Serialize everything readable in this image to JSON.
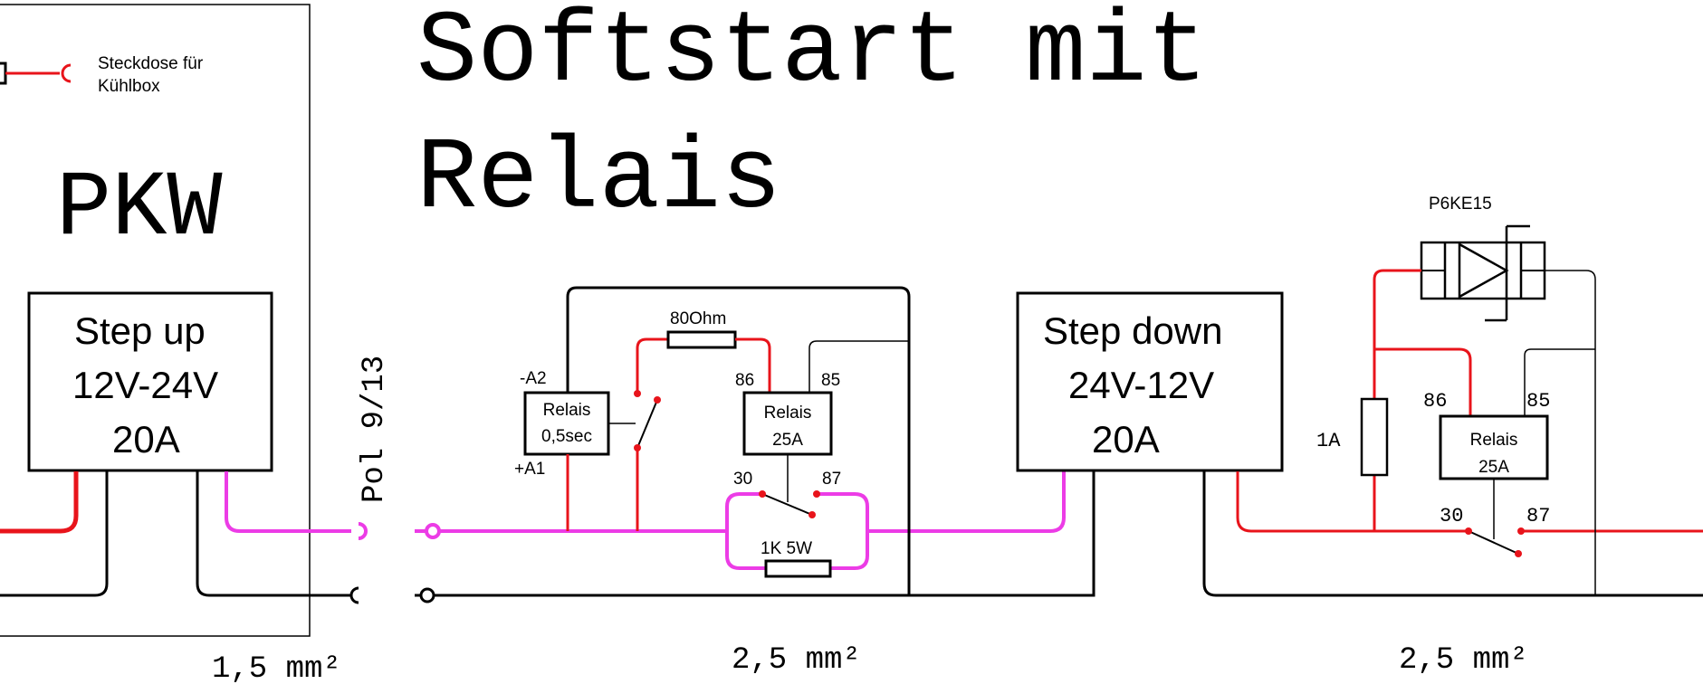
{
  "title": {
    "line1": "Softstart mit",
    "line2": "Relais"
  },
  "pkw": {
    "label": "PKW",
    "socket_label_line1": "Steckdose für",
    "socket_label_line2": "Kühlbox"
  },
  "step_up": {
    "line1": "Step up",
    "line2": "12V-24V",
    "line3": "20A"
  },
  "step_down": {
    "line1": "Step down",
    "line2": "24V-12V",
    "line3": "20A"
  },
  "pol_label": "Pol 9/13",
  "timer_relay": {
    "line1": "Relais",
    "line2": "0,5sec",
    "pin_a2": "-A2",
    "pin_a1": "+A1"
  },
  "resistor_80": "80Ohm",
  "relay1": {
    "line1": "Relais",
    "line2": "25A",
    "pin86": "86",
    "pin85": "85",
    "pin30": "30",
    "pin87": "87"
  },
  "resistor_1k": "1K 5W",
  "diode_label": "P6KE15",
  "fuse_label": "1A",
  "relay2": {
    "line1": "Relais",
    "line2": "25A",
    "pin86": "86",
    "pin85": "85",
    "pin30": "30",
    "pin87": "87"
  },
  "wire_sizes": [
    "1,5 mm²",
    "2,5 mm²",
    "2,5 mm²"
  ],
  "colors": {
    "positive_12v": "#e8141b",
    "positive_24v": "#ec3ce6",
    "ground": "#000000"
  }
}
